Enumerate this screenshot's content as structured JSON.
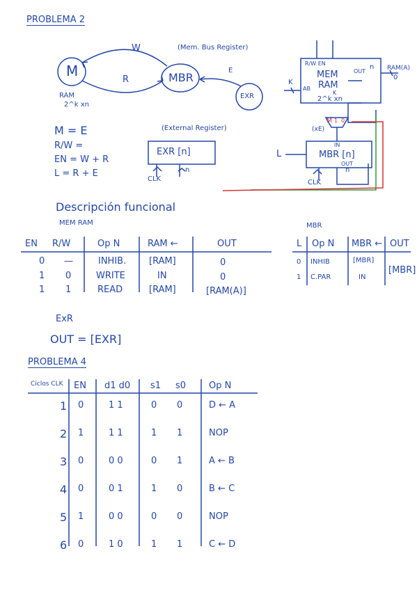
{
  "problema2": {
    "title": "PROBLEMA 2",
    "m_label": "M",
    "ram_label": "RAM",
    "ram_size": "2^k xn",
    "w_label": "W",
    "r_label": "R",
    "e_label": "E",
    "mbr_label": "MBR",
    "exr_label": "EXR",
    "mbr_note": "(Mem. Bus Register)",
    "eq1": "M = E",
    "eq2": "R/W =",
    "eq3": "EN = W + R",
    "eq4": "L = R + E",
    "ext_reg_note": "(External Register)",
    "exr_box": "EXR [n]",
    "clk_label": "CLK",
    "n_label": "n",
    "mem_box": {
      "pins_top": "R/W EN",
      "line1": "MEM",
      "line2": "RAM",
      "k_label": "K",
      "line3": "2^k xn",
      "out": "OUT",
      "ab": "AB",
      "k_in": "K",
      "n_out": "n",
      "ram_a": "RAM(A)",
      "zero": "0"
    },
    "mbr_box": {
      "mux_m": "M",
      "mux_one": "1",
      "mux_zero": "0",
      "xe": "(xE)",
      "l_label": "L",
      "in_label": "IN",
      "name": "MBR [n]",
      "out_label": "OUT",
      "clk": "CLK",
      "n": "n"
    },
    "desc_heading": "Descripción funcional",
    "mem_ram_heading": "MEM RAM",
    "mem_table": {
      "headers": [
        "EN",
        "R/W",
        "Op N",
        "RAM ←",
        "OUT"
      ],
      "rows": [
        [
          "0",
          "—",
          "INHIB.",
          "[RAM]",
          "0"
        ],
        [
          "1",
          "0",
          "WRITE",
          "IN",
          "0"
        ],
        [
          "1",
          "1",
          "READ",
          "[RAM]",
          "[RAM(A)]"
        ]
      ]
    },
    "mbr_heading": "MBR",
    "mbr_table": {
      "headers": [
        "L",
        "Op N",
        "MBR ←",
        "OUT"
      ],
      "rows": [
        [
          "0",
          "INHIB",
          "[MBR]"
        ],
        [
          "1",
          "C.PAR",
          "IN"
        ]
      ],
      "out_value": "[MBR]"
    },
    "exr_heading": "ExR",
    "exr_out": "OUT = [EXR]"
  },
  "problema4": {
    "title": "PROBLEMA 4",
    "headers": [
      "Ciclos CLK",
      "EN",
      "d1 d0",
      "s1",
      "s0",
      "Op N"
    ],
    "rows": [
      [
        "1",
        "0",
        "1 1",
        "0",
        "0",
        "D ← A"
      ],
      [
        "2",
        "1",
        "1 1",
        "1",
        "1",
        "NOP"
      ],
      [
        "3",
        "0",
        "0 0",
        "0",
        "1",
        "A ← B"
      ],
      [
        "4",
        "0",
        "0 1",
        "1",
        "0",
        "B ← C"
      ],
      [
        "5",
        "1",
        "0 0",
        "0",
        "0",
        "NOP"
      ],
      [
        "6",
        "0",
        "1 0",
        "1",
        "1",
        "C ← D"
      ]
    ]
  }
}
